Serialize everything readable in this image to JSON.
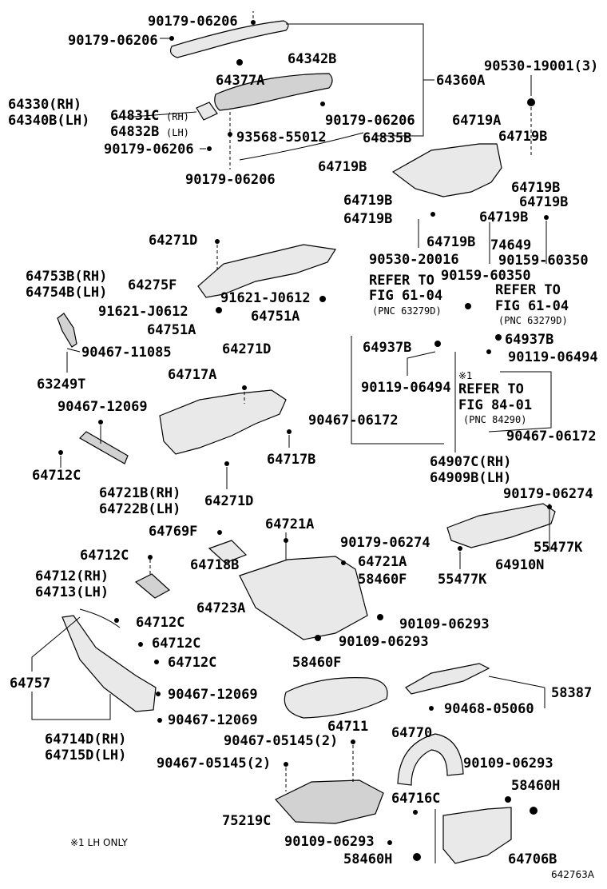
{
  "footnote": "※1 LH ONLY",
  "figure_id": "642763A",
  "labels": {
    "p90179_06206_top": "90179-06206",
    "p90179_06206_left": "90179-06206",
    "p64342B": "64342B",
    "p90530_19001": "90530-19001(3)",
    "p64377A": "64377A",
    "p64360A": "64360A",
    "p64330": "64330(RH)",
    "p64340B": "64340B(LH)",
    "p64831C": "64831C",
    "p64831C_rh": "(RH)",
    "p64832B": "64832B",
    "p64832B_lh": "(LH)",
    "p90179_06206_mid": "90179-06206",
    "p64719A": "64719A",
    "p93568": "93568-55012",
    "p64835B": "64835B",
    "p64719B_1": "64719B",
    "p90179_06206_l2": "90179-06206",
    "p64719B_2": "64719B",
    "p90179_06206_bot": "90179-06206",
    "p64719B_3": "64719B",
    "p64719B_4": "64719B",
    "p64719B_5": "64719B",
    "p64719B_6": "64719B",
    "p64719B_7": "64719B",
    "p64719B_8": "64719B",
    "p74649": "74649",
    "p64271D_1": "64271D",
    "p90530_20016": "90530-20016",
    "p90159_60350_r": "90159-60350",
    "p90159_60350_m": "90159-60350",
    "p64753B": "64753B(RH)",
    "p64754B": "64754B(LH)",
    "p64275F": "64275F",
    "refer1_a": "REFER TO",
    "refer1_b": "FIG 61-04",
    "refer1_c": "(PNC 63279D)",
    "refer2_a": "REFER TO",
    "refer2_b": "FIG 61-04",
    "refer2_c": "(PNC 63279D)",
    "p91621_r": "91621-J0612",
    "p91621_l": "91621-J0612",
    "p64751A_l": "64751A",
    "p64751A_r": "64751A",
    "p90467_11085": "90467-11085",
    "p64937B_r": "64937B",
    "p64937B_l": "64937B",
    "p90119_06494_r": "90119-06494",
    "p64271D_2": "64271D",
    "p63249T": "63249T",
    "p64717A": "64717A",
    "p90119_06494_l": "90119-06494",
    "note_mark": "※1",
    "refer3_a": "REFER TO",
    "refer3_b": "FIG 84-01",
    "refer3_c": "(PNC 84290)",
    "p90467_12069_t": "90467-12069",
    "p90467_06172_l": "90467-06172",
    "p90467_06172_r": "90467-06172",
    "p64717B": "64717B",
    "p64712C_1": "64712C",
    "p64907C": "64907C(RH)",
    "p64909B": "64909B(LH)",
    "p64721B": "64721B(RH)",
    "p64722B": "64722B(LH)",
    "p64271D_3": "64271D",
    "p90179_06274_r": "90179-06274",
    "p64721A_t": "64721A",
    "p64769F": "64769F",
    "p90179_06274_l": "90179-06274",
    "p55477K_r": "55477K",
    "p64718B": "64718B",
    "p64712C_2": "64712C",
    "p64721A_r": "64721A",
    "p64910N": "64910N",
    "p64712": "64712(RH)",
    "p64713": "64713(LH)",
    "p58460F_t": "58460F",
    "p55477K_l": "55477K",
    "p64723A": "64723A",
    "p64712C_3": "64712C",
    "p90109_06293_1": "90109-06293",
    "p64712C_4": "64712C",
    "p90109_06293_2": "90109-06293",
    "p64712C_5": "64712C",
    "p58460F_b": "58460F",
    "p64757": "64757",
    "p90467_12069_a": "90467-12069",
    "p58387": "58387",
    "p90468_05060": "90468-05060",
    "p90467_12069_b": "90467-12069",
    "p64711": "64711",
    "p64714D": "64714D(RH)",
    "p64715D": "64715D(LH)",
    "p64770": "64770",
    "p90467_05145_r": "90467-05145(2)",
    "p90467_05145_l": "90467-05145(2)",
    "p90109_06293_3": "90109-06293",
    "p58460H_r": "58460H",
    "p64716C": "64716C",
    "p75219C": "75219C",
    "p90109_06293_4": "90109-06293",
    "p58460H_l": "58460H",
    "p64706B": "64706B"
  }
}
